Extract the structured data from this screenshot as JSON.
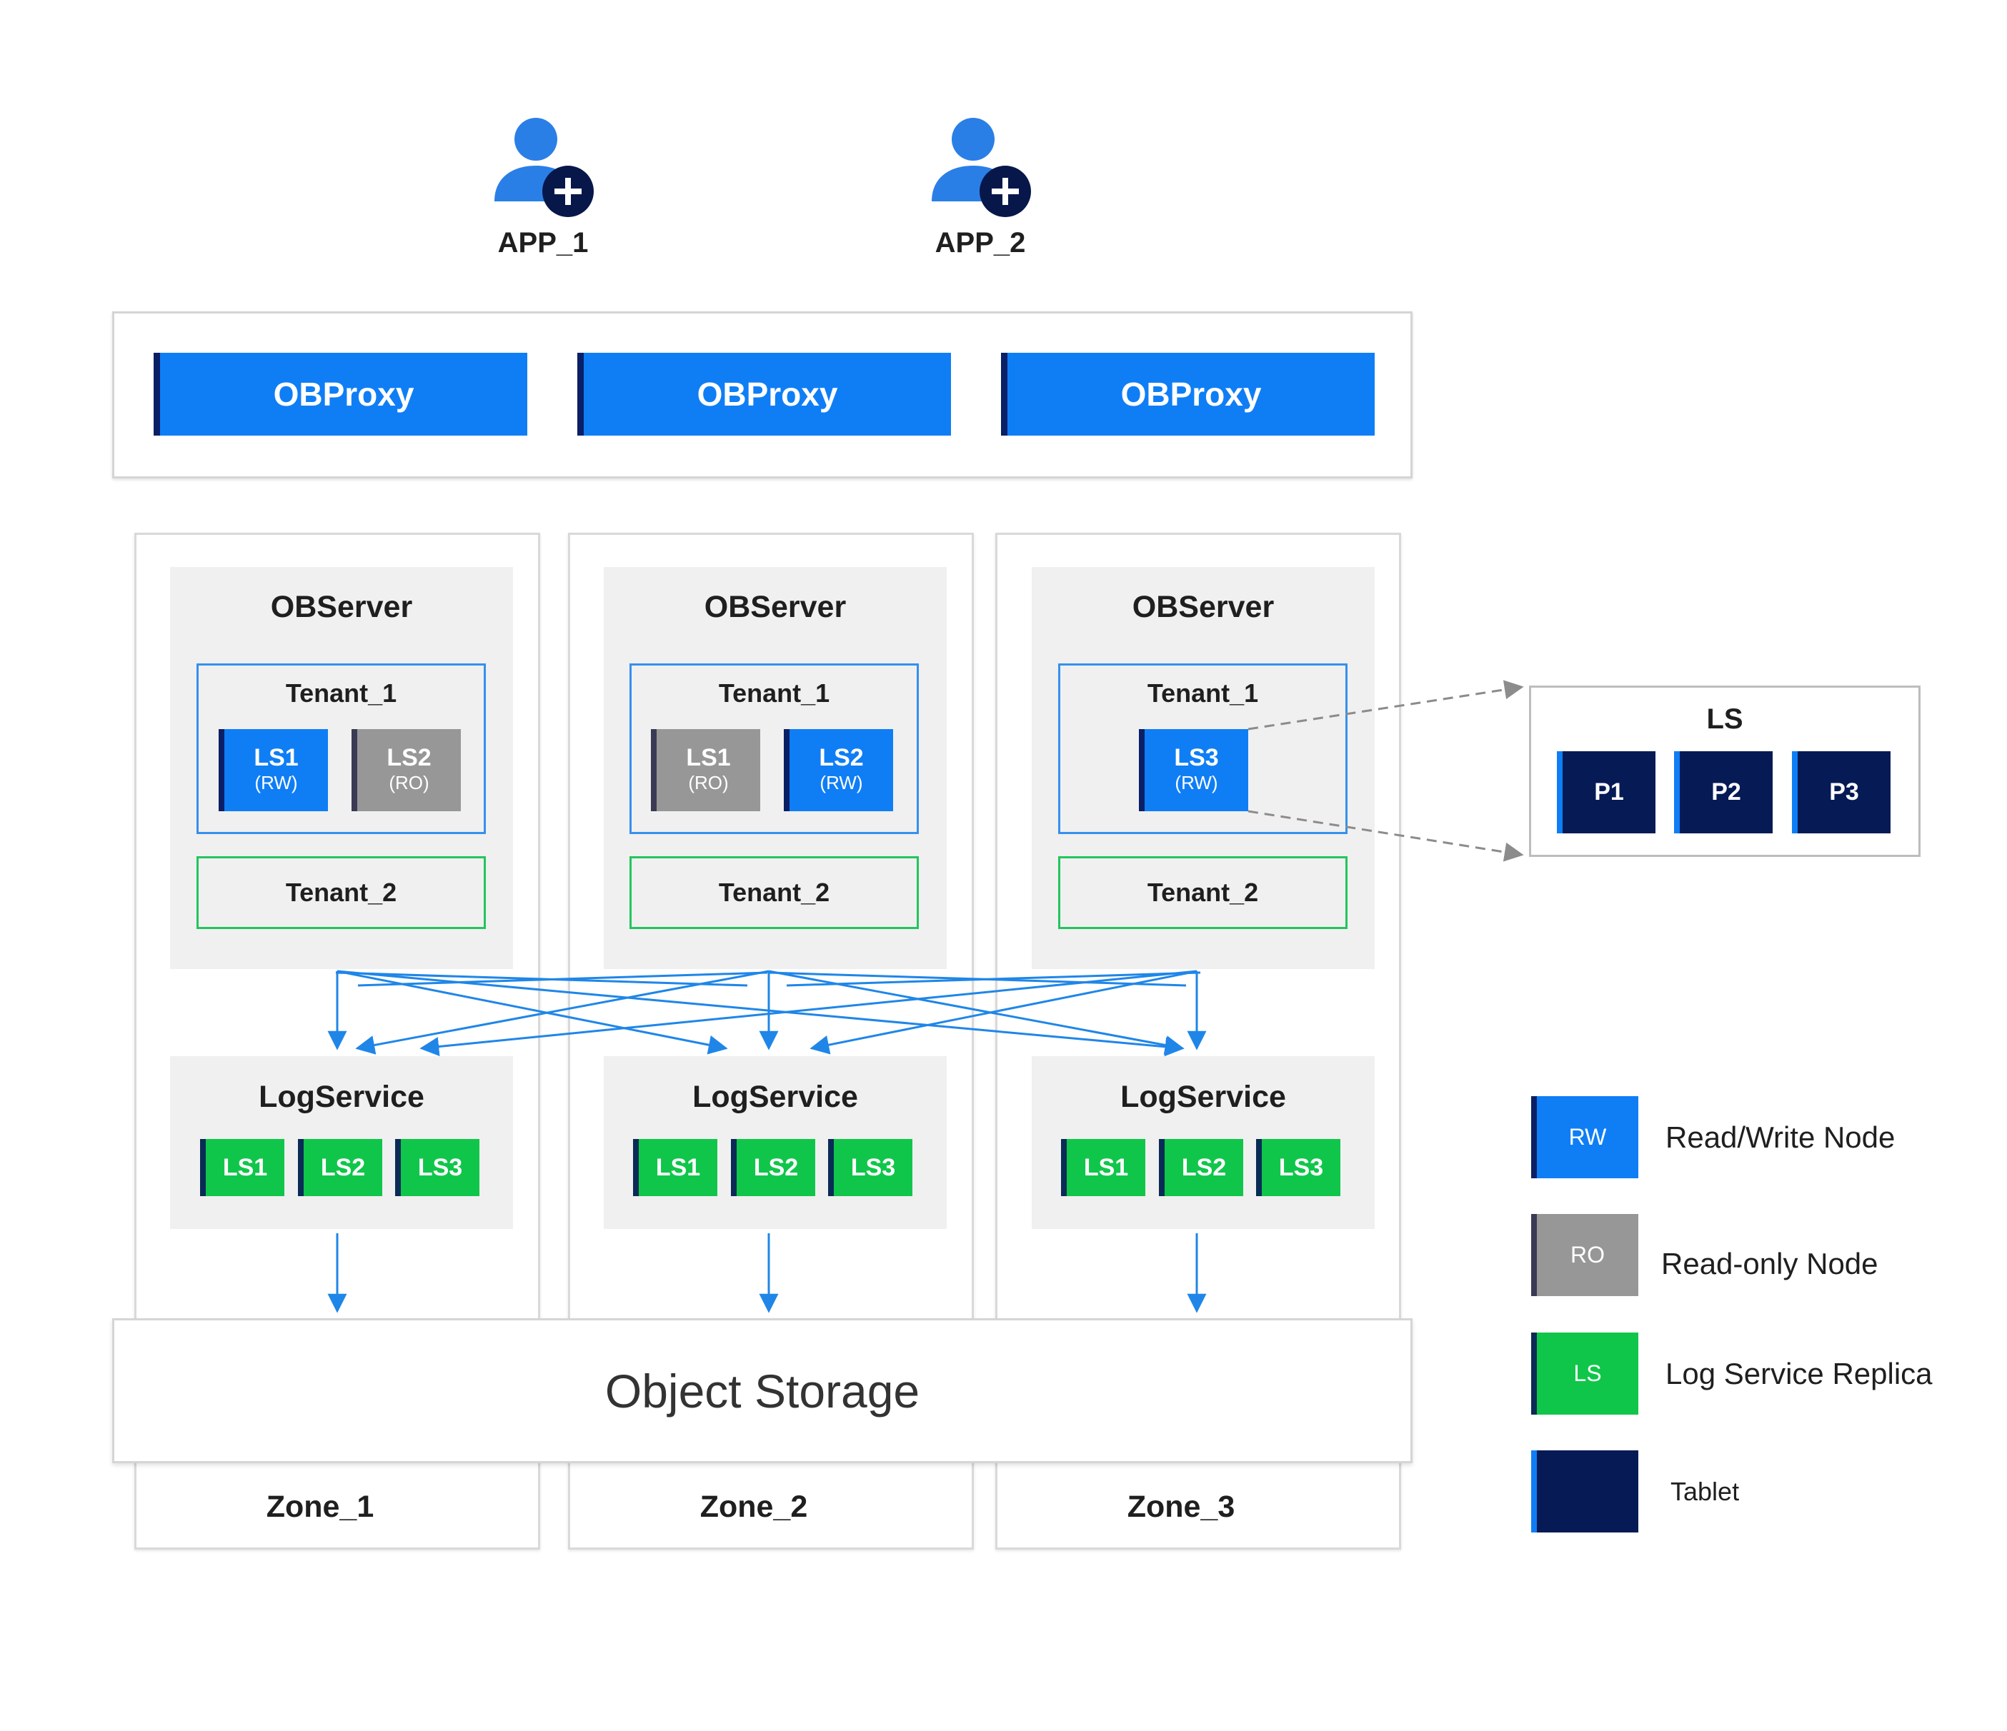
{
  "apps": [
    {
      "label": "APP_1",
      "icon": "user-add-icon"
    },
    {
      "label": "APP_2",
      "icon": "user-add-icon"
    }
  ],
  "proxies": [
    "OBProxy",
    "OBProxy",
    "OBProxy"
  ],
  "zones": [
    {
      "label": "Zone_1",
      "observer_title": "OBServer",
      "tenant1_title": "Tenant_1",
      "ls_nodes": [
        {
          "name": "LS1",
          "mode": "(RW)",
          "type": "rw"
        },
        {
          "name": "LS2",
          "mode": "(RO)",
          "type": "ro"
        }
      ],
      "tenant2_title": "Tenant_2",
      "logservice_title": "LogService",
      "replicas": [
        "LS1",
        "LS2",
        "LS3"
      ]
    },
    {
      "label": "Zone_2",
      "observer_title": "OBServer",
      "tenant1_title": "Tenant_1",
      "ls_nodes": [
        {
          "name": "LS1",
          "mode": "(RO)",
          "type": "ro"
        },
        {
          "name": "LS2",
          "mode": "(RW)",
          "type": "rw"
        }
      ],
      "tenant2_title": "Tenant_2",
      "logservice_title": "LogService",
      "replicas": [
        "LS1",
        "LS2",
        "LS3"
      ]
    },
    {
      "label": "Zone_3",
      "observer_title": "OBServer",
      "tenant1_title": "Tenant_1",
      "ls_nodes": [
        {
          "name": "LS3",
          "mode": "(RW)",
          "type": "rw"
        }
      ],
      "tenant2_title": "Tenant_2",
      "logservice_title": "LogService",
      "replicas": [
        "LS1",
        "LS2",
        "LS3"
      ]
    }
  ],
  "storage": "Object Storage",
  "ls_detail": {
    "title": "LS",
    "tablets": [
      "P1",
      "P2",
      "P3"
    ]
  },
  "legend": [
    {
      "swatch": "RW",
      "label": "Read/Write Node",
      "color": "#0f7ef5"
    },
    {
      "swatch": "RO",
      "label": "Read-only Node",
      "color": "#979797"
    },
    {
      "swatch": "LS",
      "label": "Log Service Replica",
      "color": "#10c64a"
    },
    {
      "swatch": "",
      "label": "Tablet",
      "color": "#061a55"
    }
  ],
  "colors": {
    "accent_blue": "#0f7ef5",
    "dark_navy": "#061a55",
    "replica_green": "#10c64a",
    "read_only_gray": "#979797",
    "arrow_blue": "#1f86e8"
  }
}
